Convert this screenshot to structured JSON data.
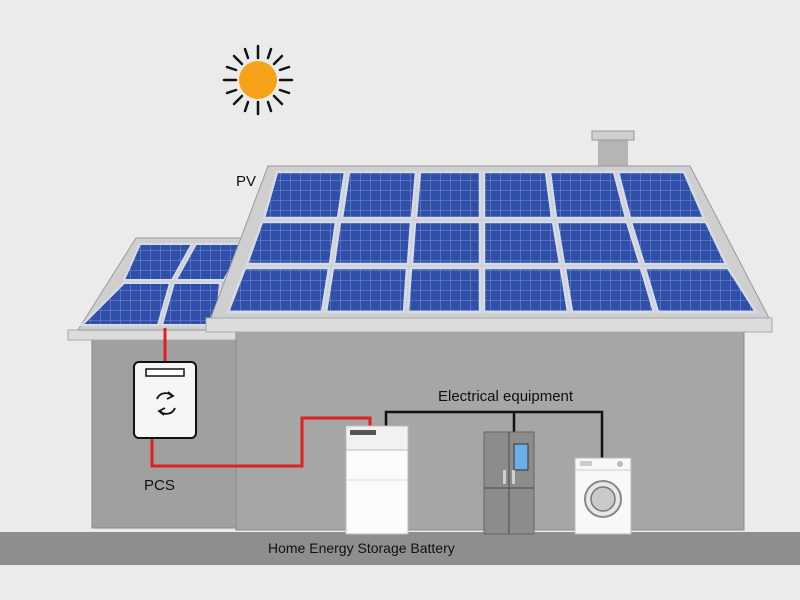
{
  "labels": {
    "pv": "PV",
    "pcs": "PCS",
    "electrical_equipment": "Electrical equipment",
    "battery": "Home Energy Storage Battery"
  },
  "colors": {
    "background": "#ebebeb",
    "ground": "#8e8e8e",
    "wall_main": "#a6a6a6",
    "wall_annex": "#a0a0a0",
    "roof_trim": "#dcdcdc",
    "panel_blue": "#2f4fa8",
    "panel_frame": "#d6dbe8",
    "sun": "#f7a21b",
    "dc_wire": "#e02020",
    "ac_wire": "#111111"
  },
  "icons": {
    "sun": "sun-icon",
    "pcs": "refresh-cycle-icon"
  }
}
